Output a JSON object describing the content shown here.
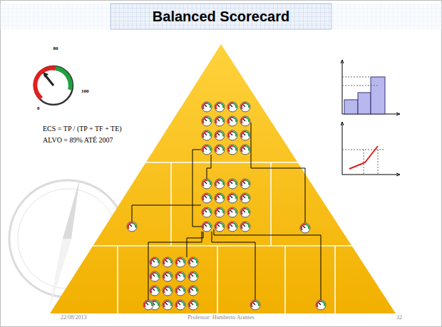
{
  "diagram": {
    "title": "Balanced Scorecard",
    "labels": [
      "80",
      "100",
      "0",
      "ECS = TP / (TP + TF + TE)",
      "ALVO = 89% ATÉ 2007",
      "22/08/2013",
      "Professor: Humberto Arantes",
      "32"
    ]
  }
}
